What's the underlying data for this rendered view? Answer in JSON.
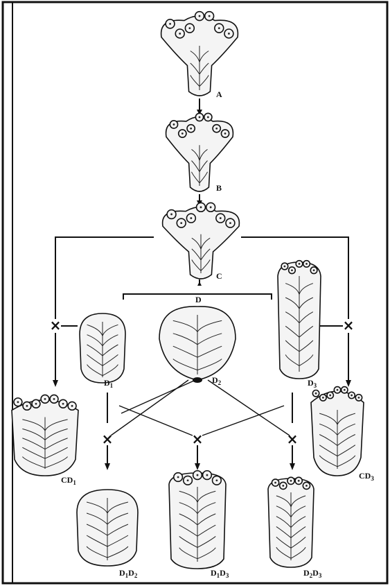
{
  "plants": [
    {
      "id": "A",
      "label": "A",
      "shape": "leafy-open"
    },
    {
      "id": "B",
      "label": "B",
      "shape": "leafy-open"
    },
    {
      "id": "C",
      "label": "C",
      "shape": "leafy-open"
    },
    {
      "id": "D",
      "label": "D",
      "shape": "none"
    },
    {
      "id": "D1",
      "label": "D",
      "sub": "1",
      "shape": "head-oval"
    },
    {
      "id": "D2",
      "label": "D",
      "sub": "2",
      "shape": "head-round"
    },
    {
      "id": "D3",
      "label": "D",
      "sub": "3",
      "shape": "head-tall"
    },
    {
      "id": "CD1",
      "label": "CD",
      "sub": "1",
      "shape": "leafy-head"
    },
    {
      "id": "CD3",
      "label": "CD",
      "sub": "3",
      "shape": "leafy-head"
    },
    {
      "id": "D1D2",
      "label": "D",
      "sub": "1",
      "label2": "D",
      "sub2": "2",
      "shape": "head-oval"
    },
    {
      "id": "D1D3",
      "label": "D",
      "sub": "1",
      "label2": "D",
      "sub2": "3",
      "shape": "head-tall"
    },
    {
      "id": "D2D3",
      "label": "D",
      "sub": "2",
      "label2": "D",
      "sub2": "3",
      "shape": "head-tall"
    }
  ],
  "cross_symbol": "×"
}
